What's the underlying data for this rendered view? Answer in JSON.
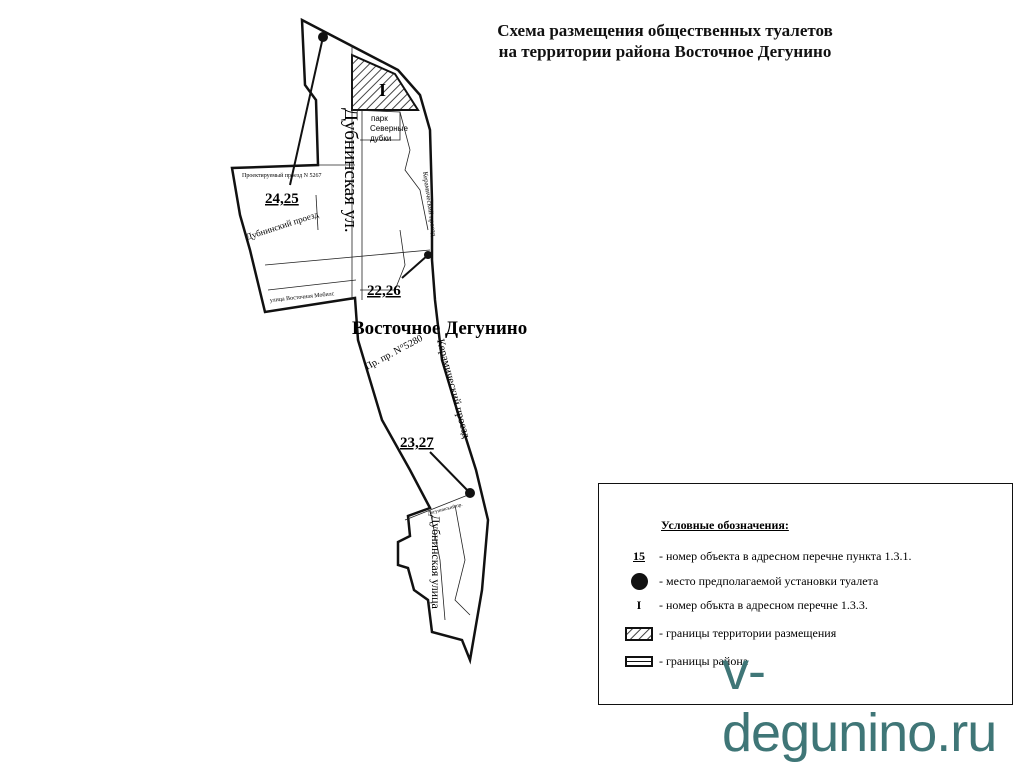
{
  "title": [
    "Схема размещения общественных туалетов",
    "на территории района Восточное Дегунино"
  ],
  "district_name": "Восточное Дегунино",
  "object_numbers": {
    "a": "24,25",
    "b": "22,26",
    "c": "23,27",
    "roman": "I"
  },
  "streets": {
    "dubninskaya_ul": "Дубнинская ул.",
    "dubninskaya_ulitsa": "Дубнинская улица",
    "keramicheskiy_1": "Керамический проезд",
    "keramicheskiy_2": "Керамический проезд",
    "dubninskiy_proezd": "Дубнинский проезд",
    "proektiruemy": "Проектируемый проезд N 5267",
    "pr_5280": "Пр. пр. N°5280",
    "vostochnaya": "улица Восточная Мобилс",
    "degunino_pr": "Дегунинский пр."
  },
  "park": [
    "парк",
    "Северные",
    "дубки"
  ],
  "legend": {
    "title": "Условные обозначения:",
    "items": [
      {
        "symbol": "15",
        "text": "- номер объекта в адресном перечне пункта 1.3.1."
      },
      {
        "symbol": "dot",
        "text": "- место предполагаемой установки туалета"
      },
      {
        "symbol": "I",
        "text": "- номер объкта в адресном перечне 1.3.3."
      },
      {
        "symbol": "hatch",
        "text": "- границы территории размещения"
      },
      {
        "symbol": "double-line",
        "text": "- границы района"
      }
    ]
  },
  "watermark": "v-degunino.ru",
  "colors": {
    "watermark": "#3f7677",
    "ink": "#111111"
  }
}
